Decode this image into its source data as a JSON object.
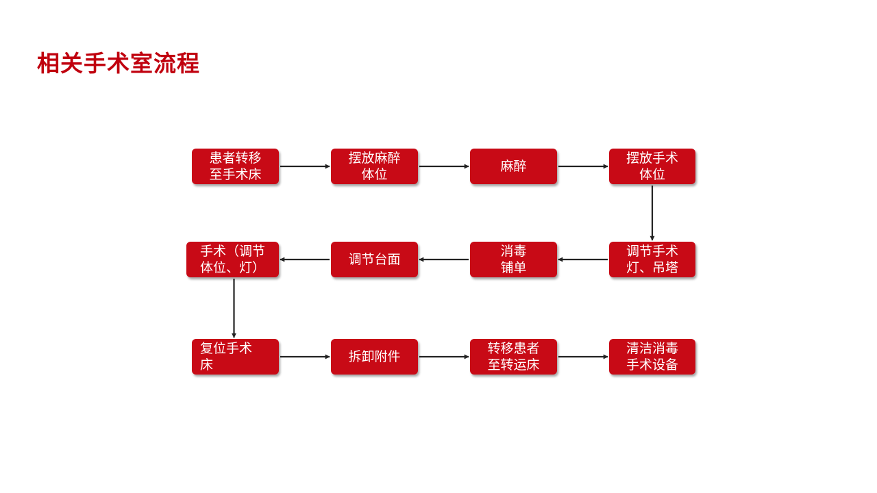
{
  "title": "相关手术室流程",
  "colors": {
    "accent": "#c0000e",
    "node_fill": "#c80a16",
    "arrow": "#222222",
    "node_text": "#ffffff"
  },
  "nodes": [
    {
      "id": "n1",
      "lines": [
        "患者转移",
        "至手术床"
      ]
    },
    {
      "id": "n2",
      "lines": [
        "摆放麻醉",
        "体位"
      ]
    },
    {
      "id": "n3",
      "lines": [
        "麻醉",
        ""
      ]
    },
    {
      "id": "n4",
      "lines": [
        "摆放手术",
        "体位"
      ]
    },
    {
      "id": "n5",
      "lines": [
        "调节手术",
        "灯、吊塔"
      ]
    },
    {
      "id": "n6",
      "lines": [
        "消毒",
        "铺单"
      ]
    },
    {
      "id": "n7",
      "lines": [
        "调节台面",
        ""
      ]
    },
    {
      "id": "n8",
      "lines": [
        "手术（调节",
        "体位、灯）"
      ]
    },
    {
      "id": "n9",
      "lines": [
        "复位手术",
        "床"
      ]
    },
    {
      "id": "n10",
      "lines": [
        "拆卸附件",
        ""
      ]
    },
    {
      "id": "n11",
      "lines": [
        "转移患者",
        "至转运床"
      ]
    },
    {
      "id": "n12",
      "lines": [
        "清洁消毒",
        "手术设备"
      ]
    }
  ],
  "edges": [
    {
      "from": "n1",
      "to": "n2"
    },
    {
      "from": "n2",
      "to": "n3"
    },
    {
      "from": "n3",
      "to": "n4"
    },
    {
      "from": "n4",
      "to": "n5"
    },
    {
      "from": "n5",
      "to": "n6"
    },
    {
      "from": "n6",
      "to": "n7"
    },
    {
      "from": "n7",
      "to": "n8"
    },
    {
      "from": "n8",
      "to": "n9"
    },
    {
      "from": "n9",
      "to": "n10"
    },
    {
      "from": "n10",
      "to": "n11"
    },
    {
      "from": "n11",
      "to": "n12"
    }
  ]
}
